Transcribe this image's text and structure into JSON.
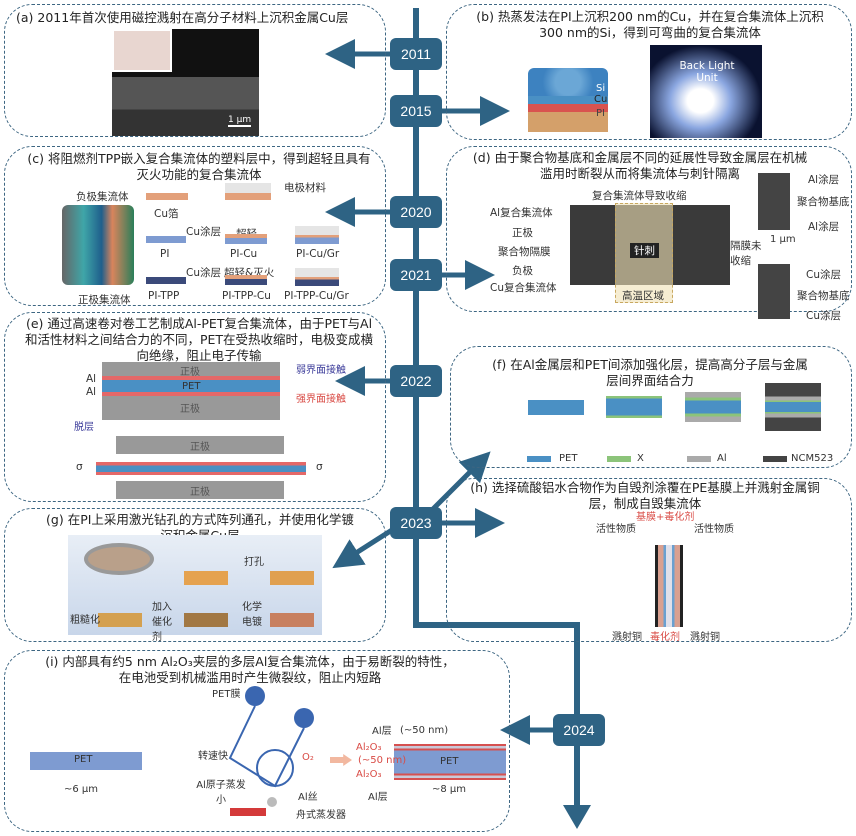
{
  "timeline": {
    "color": "#2e6384",
    "years": [
      "2011",
      "2015",
      "2020",
      "2021",
      "2022",
      "2023",
      "2024"
    ]
  },
  "panels": {
    "a": {
      "title": "(a) 2011年首次使用磁控溅射在高分子材料上沉积金属Cu层",
      "scale": "1 μm"
    },
    "b": {
      "title": "(b) 热蒸发法在PI上沉积200 nm的Cu，并在复合集流体上沉积300 nm的Si，得到可弯曲的复合集流体",
      "layers": [
        "Si",
        "Cu",
        "PI"
      ],
      "photo_label": "Back Light Unit"
    },
    "c": {
      "title": "(c) 将阻燃剂TPP嵌入复合集流体的塑料层中，得到超轻且具有灭火功能的复合集流体",
      "neg_collector": "负极集流体",
      "pos_collector": "正极集流体",
      "electrode_material": "电极材料",
      "rows": [
        {
          "start": "Cu箔",
          "step": "",
          "tag": "",
          "mid": "",
          "end": ""
        },
        {
          "start": "PI",
          "step": "Cu涂层",
          "tag": "超轻",
          "mid": "PI-Cu",
          "end": "PI-Cu/Gr"
        },
        {
          "start": "PI-TPP",
          "step": "Cu涂层",
          "tag": "超轻&灭火",
          "mid": "PI-TPP-Cu",
          "end": "PI-TPP-Cu/Gr"
        }
      ]
    },
    "d": {
      "title": "(d) 由于聚合物基底和金属层不同的延展性导致金属层在机械滥用时断裂从而将集流体与刺针隔离",
      "shrink": "复合集流体导致收缩",
      "al_cc": "Al复合集流体",
      "cathode": "正极",
      "separator": "聚合物隔膜",
      "anode": "负极",
      "cu_cc": "Cu复合集流体",
      "needle": "针刺",
      "hot_zone": "高温区域",
      "sep_note": "隔膜未收缩",
      "scale": "1 μm",
      "al_stack": [
        "Al涂层",
        "聚合物基底",
        "Al涂层"
      ],
      "cu_stack": [
        "Cu涂层",
        "聚合物基底",
        "Cu涂层"
      ]
    },
    "e": {
      "title": "(e) 通过高速卷对卷工艺制成Al-PET复合集流体，由于PET与Al和活性材料之间结合力的不同，PET在受热收缩时，电极变成横向绝缘，阻止电子传输",
      "cathode": "正极",
      "al": "Al",
      "pet": "PET",
      "weak": "弱界面接触",
      "strong": "强界面接触",
      "delam": "脱层",
      "sigma": "σ"
    },
    "f": {
      "title": "(f) 在Al金属层和PET间添加强化层，提高高分子层与金属层间界面结合力",
      "legend": [
        {
          "name": "PET",
          "color": "#4a90c4"
        },
        {
          "name": "X",
          "color": "#8cc47a"
        },
        {
          "name": "Al",
          "color": "#aaaaaa"
        },
        {
          "name": "NCM523",
          "color": "#444444"
        }
      ]
    },
    "g": {
      "title": "(g) 在PI上采用激光钻孔的方式阵列通孔，并使用化学镀沉积金属Cu层",
      "steps": [
        "打孔",
        "粗糙化",
        "加入催化剂",
        "化学电镀"
      ]
    },
    "h": {
      "title": "(h) 选择硫酸铝水合物作为自毁剂涂覆在PE基膜上并溅射金属铜层，制成自毁集流体",
      "top": "基膜+毒化剂",
      "active_l": "活性物质",
      "active_r": "活性物质",
      "bottom_l": "溅射铜",
      "bottom_m": "毒化剂",
      "bottom_r": "溅射铜"
    },
    "i": {
      "title": "(i) 内部具有约5 nm Al₂O₃夹层的多层Al复合集流体，由于易断裂的特性，在电池受到机械滥用时产生微裂纹，阻止内短路",
      "pet": "PET",
      "pet_thick": "~6 μm",
      "pet_film": "PET膜",
      "fast": "转速快",
      "al_small": "Al原子蒸发小",
      "al_wire": "Al丝",
      "boat": "舟式蒸发器",
      "o2": "O₂",
      "al_layer_top": "Al层",
      "al_thick": "(~50 nm)",
      "al2o3_1": "Al₂O₃",
      "al2o3_thick": "(~50 nm)",
      "al2o3_2": "Al₂O₃",
      "al_layer_bot": "Al层",
      "total": "~8 μm"
    }
  }
}
